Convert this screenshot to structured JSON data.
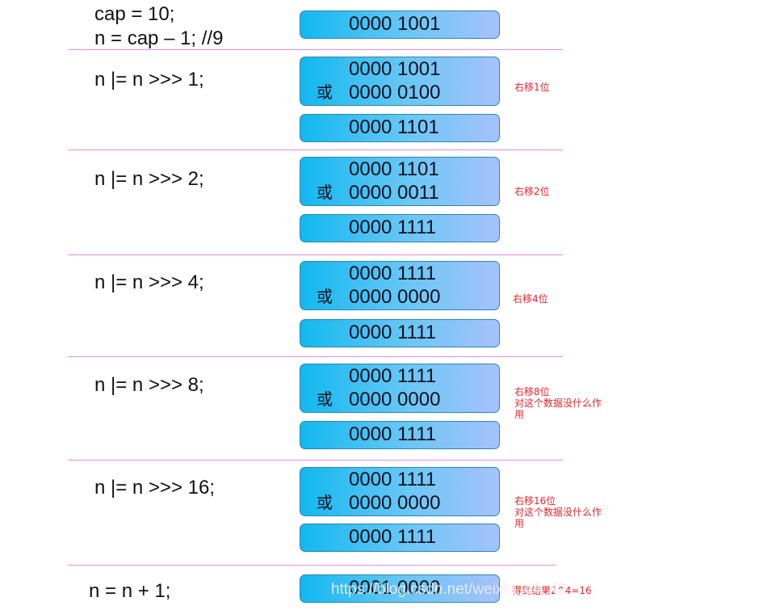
{
  "steps": [
    {
      "code_lines": [
        "cap = 10;",
        "n = cap – 1; //9"
      ],
      "result": "0000 1001"
    },
    {
      "code": "n |= n >>> 1;",
      "operand1": "0000 1001",
      "or_label": "或",
      "operand2": "0000 0100",
      "result": "0000 1101",
      "note": "右移1位"
    },
    {
      "code": "n |= n >>> 2;",
      "operand1": "0000 1101",
      "or_label": "或",
      "operand2": "0000 0011",
      "result": "0000 1111",
      "note": "右移2位"
    },
    {
      "code": "n |= n >>> 4;",
      "operand1": "0000 1111",
      "or_label": "或",
      "operand2": "0000 0000",
      "result": "0000 1111",
      "note": "右移4位"
    },
    {
      "code": "n |= n >>> 8;",
      "operand1": "0000 1111",
      "or_label": "或",
      "operand2": "0000 0000",
      "result": "0000 1111",
      "note": "右移8位\n对这个数据没什么作\n用"
    },
    {
      "code": "n |= n >>> 16;",
      "operand1": "0000 1111",
      "or_label": "或",
      "operand2": "0000 0000",
      "result": "0000 1111",
      "note": "右移16位\n对这个数据没什么作\n用"
    },
    {
      "code": "n = n + 1;",
      "result": "0001 0000",
      "note": "得到结果2^4=16"
    }
  ],
  "watermark": "https://blog.csdn.net/weixin_44..42",
  "colors": {
    "divider": "#e58fe0",
    "note": "#e8232b",
    "box_left": "#11b8ef",
    "box_right": "#a7c1fb"
  }
}
